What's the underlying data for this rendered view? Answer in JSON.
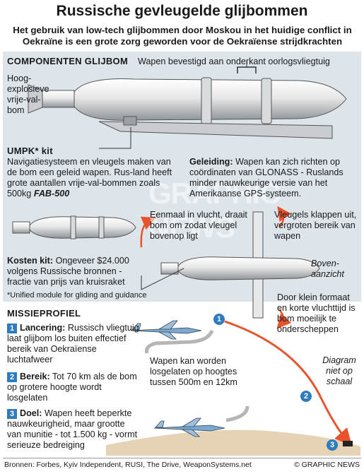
{
  "title": "Russische gevleugelde glijbommen",
  "subtitle": "Het gebruik van low-tech glijbommen door Moskou in het huidige conflict in Oekraïne is een grote zorg geworden voor de Oekraïense strijdkrachten",
  "components": {
    "heading": "COMPONENTEN GLIJBOM",
    "attach_label": "Wapen bevestigd aan onderkant oorlogsvliegtuig",
    "bomb_label": "Hoog-explosieve vrije-val-bom"
  },
  "umpk": {
    "heading": "UMPK* kit",
    "text_1": "Navigatiesysteem en vleugels maken van de bom een geleid wapen. Rus-land heeft grote aantallen vrije-val-bommen zoals 500kg",
    "text_bold": "FAB-500"
  },
  "guidance": {
    "heading": "Geleiding:",
    "text": "Wapen kan zich richten op coördinaten van GLONASS - Ruslands minder nauwkeurige versie van het Amerikaanse GPS-systeem."
  },
  "flight": {
    "rotate": "Eenmaal in vlucht, draait bom om zodat vleugel bovenop ligt",
    "wings": "Vleugels klappen uit, vergroten bereik van wapen",
    "top_view": "Boven-aanzicht"
  },
  "cost": {
    "heading": "Kosten kit:",
    "text": "Ongeveer $24.000 volgens Russische bronnen - fractie van prijs van kruisraket"
  },
  "footnote": "*Unified module for gliding and guidance",
  "small_size": "Door klein formaat en korte vluchttijd is bom moeilijk te onderscheppen",
  "mission": {
    "heading": "MISSIEPROFIEL",
    "steps": [
      {
        "num": "1",
        "title": "Lancering:",
        "text": "Russisch vliegtuig laat glijbom los buiten effectief bereik van Oekraïense luchtafweer"
      },
      {
        "num": "2",
        "title": "Bereik:",
        "text": "Tot 70 km als de bom op grotere hoogte wordt losgelaten"
      },
      {
        "num": "3",
        "title": "Doel:",
        "text": "Wapen heeft beperkte nauwkeurigheid, maar grootte van munitie - tot 1.500 kg - vormt serieuze bedreiging"
      }
    ],
    "altitude_note": "Wapen kan worden losgelaten op hoogtes tussen 500m en 12km",
    "scale_note": "Diagram niet op schaal"
  },
  "watermark": "GRAPHIC NEWS",
  "sources": "Bronnen: Forbes, Kyiv Independent, RUSI, The Drive, WeaponSystems.net",
  "credit": "© GRAPHIC NEWS",
  "colors": {
    "panel": "#dde4ea",
    "accent": "#2e7bbf",
    "arrow": "#e8532b",
    "sand": "#e6d3b5"
  }
}
